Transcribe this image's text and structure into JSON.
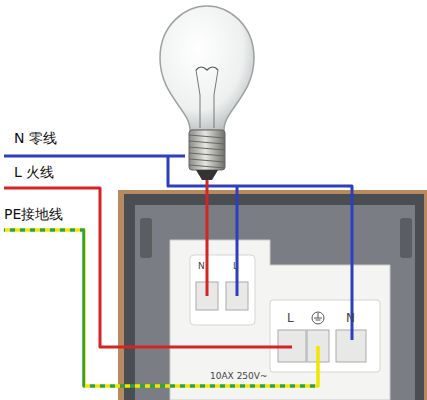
{
  "diagram": {
    "labels": [
      "N 零线",
      "L 火线",
      "PE接地线",
      "N",
      "L",
      "L",
      "N",
      "10AX 250V~"
    ]
  }
}
